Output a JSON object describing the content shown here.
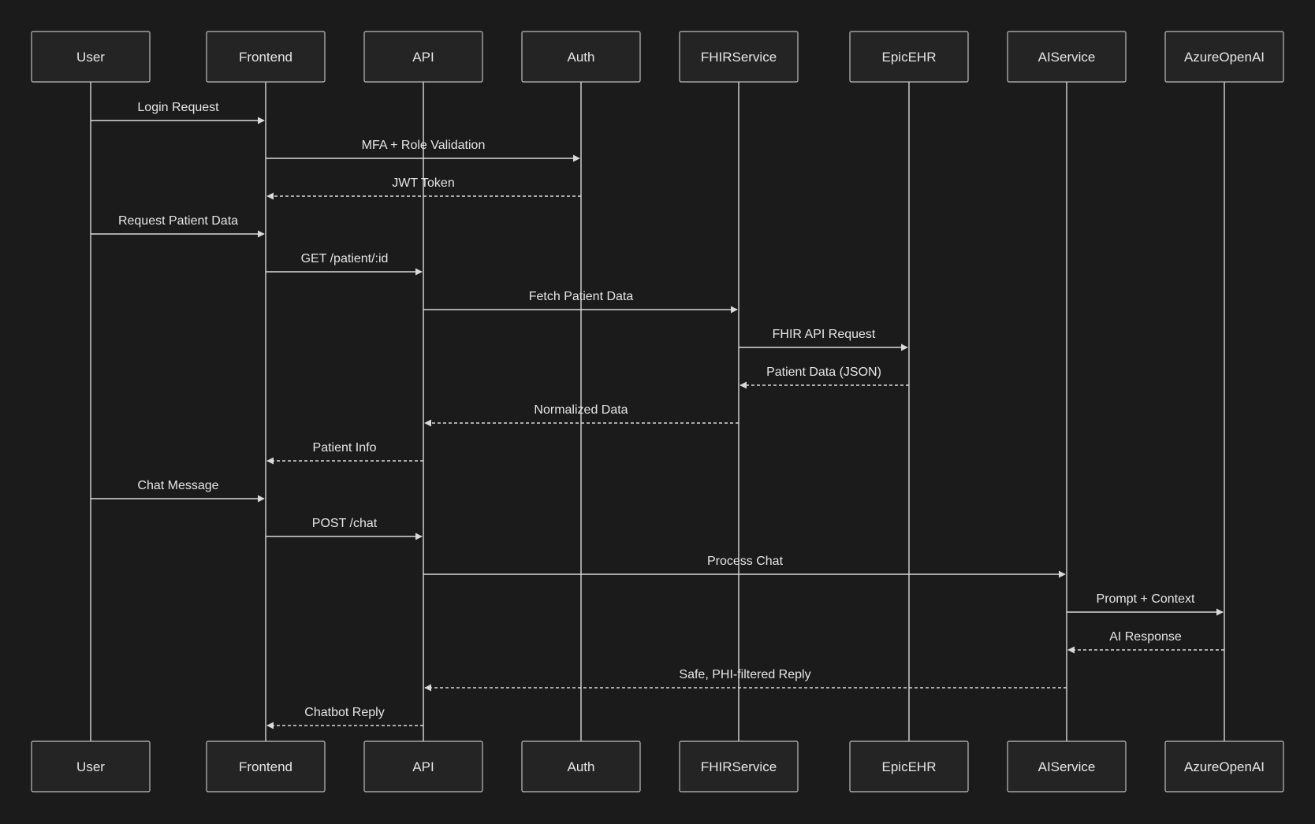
{
  "diagram": {
    "type": "sequence",
    "actors": [
      "User",
      "Frontend",
      "API",
      "Auth",
      "FHIRService",
      "EpicEHR",
      "AIService",
      "AzureOpenAI"
    ],
    "messages": [
      {
        "from": "User",
        "to": "Frontend",
        "label": "Login Request",
        "style": "solid"
      },
      {
        "from": "Frontend",
        "to": "Auth",
        "label": "MFA + Role Validation",
        "style": "solid"
      },
      {
        "from": "Auth",
        "to": "Frontend",
        "label": "JWT Token",
        "style": "dashed"
      },
      {
        "from": "User",
        "to": "Frontend",
        "label": "Request Patient Data",
        "style": "solid"
      },
      {
        "from": "Frontend",
        "to": "API",
        "label": "GET /patient/:id",
        "style": "solid"
      },
      {
        "from": "API",
        "to": "FHIRService",
        "label": "Fetch Patient Data",
        "style": "solid"
      },
      {
        "from": "FHIRService",
        "to": "EpicEHR",
        "label": "FHIR API Request",
        "style": "solid"
      },
      {
        "from": "EpicEHR",
        "to": "FHIRService",
        "label": "Patient Data (JSON)",
        "style": "dashed"
      },
      {
        "from": "FHIRService",
        "to": "API",
        "label": "Normalized Data",
        "style": "dashed"
      },
      {
        "from": "API",
        "to": "Frontend",
        "label": "Patient Info",
        "style": "dashed"
      },
      {
        "from": "User",
        "to": "Frontend",
        "label": "Chat Message",
        "style": "solid"
      },
      {
        "from": "Frontend",
        "to": "API",
        "label": "POST /chat",
        "style": "solid"
      },
      {
        "from": "API",
        "to": "AIService",
        "label": "Process Chat",
        "style": "solid"
      },
      {
        "from": "AIService",
        "to": "AzureOpenAI",
        "label": "Prompt + Context",
        "style": "solid"
      },
      {
        "from": "AzureOpenAI",
        "to": "AIService",
        "label": "AI Response",
        "style": "dashed"
      },
      {
        "from": "AIService",
        "to": "API",
        "label": "Safe, PHI-filtered Reply",
        "style": "dashed"
      },
      {
        "from": "API",
        "to": "Frontend",
        "label": "Chatbot Reply",
        "style": "dashed"
      }
    ]
  }
}
